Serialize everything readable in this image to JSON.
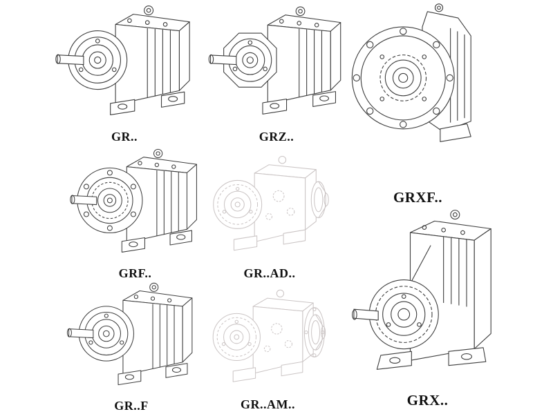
{
  "page": {
    "type": "gearbox-catalog-line-drawings"
  },
  "colors": {
    "background": "#ffffff",
    "line": "#3d3d3d",
    "light_line": "#cbc5c5",
    "text": "#101010"
  },
  "figures": [
    {
      "id": "gr",
      "label": "GR..",
      "style": "dark"
    },
    {
      "id": "grz",
      "label": "GRZ..",
      "style": "dark"
    },
    {
      "id": "grxf",
      "label": "GRXF..",
      "style": "dark"
    },
    {
      "id": "grf",
      "label": "GRF..",
      "style": "dark"
    },
    {
      "id": "grad",
      "label": "GR..AD..",
      "style": "light"
    },
    {
      "id": "grx",
      "label": "GRX..",
      "style": "dark"
    },
    {
      "id": "grff",
      "label": "GR..F",
      "style": "dark"
    },
    {
      "id": "gram",
      "label": "GR..AM..",
      "style": "light"
    }
  ]
}
